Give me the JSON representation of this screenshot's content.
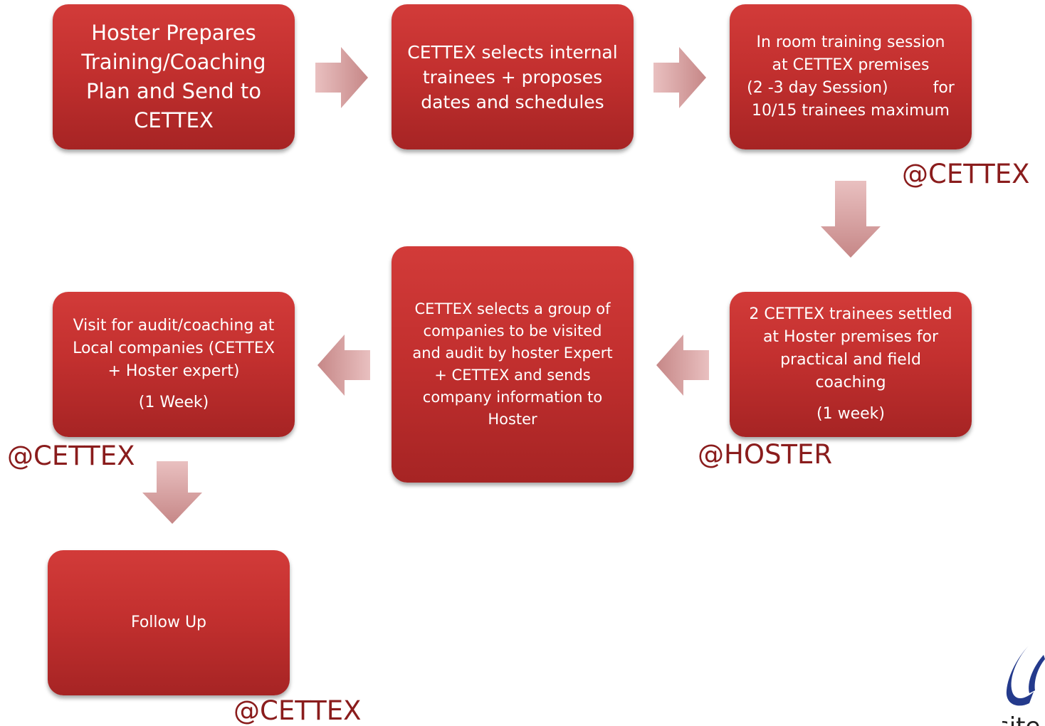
{
  "steps": {
    "step1": {
      "lines": [
        "Hoster Prepares",
        "Training/Coaching",
        "Plan and Send to",
        "CETTEX"
      ]
    },
    "step2": {
      "lines": [
        "CETTEX selects internal",
        "trainees +  proposes",
        "dates and schedules"
      ]
    },
    "step3": {
      "lines": [
        "In room training session",
        "at CETTEX premises",
        "(2 -3 day Session)         for",
        "10/15 trainees maximum"
      ]
    },
    "step4": {
      "lines": [
        "2 CETTEX trainees settled",
        "at Hoster premises for",
        "practical and field",
        "coaching"
      ],
      "duration": "(1 week)"
    },
    "step5": {
      "lines": [
        "CETTEX selects a group of",
        "companies to be visited",
        "and audit by hoster Expert",
        "+ CETTEX and sends",
        "company information to",
        "Hoster"
      ]
    },
    "step6": {
      "lines": [
        "Visit for audit/coaching at",
        "Local companies (CETTEX",
        "+ Hoster expert)"
      ],
      "duration": "(1 Week)"
    },
    "step7": {
      "lines": [
        "Follow Up"
      ]
    }
  },
  "location_tags": {
    "tag1": "@CETTEX",
    "tag2": "@HOSTER",
    "tag3": "@CETTEX",
    "tag4": "@CETTEX"
  },
  "logo": {
    "partial_text": "site",
    "icon": "swoosh-logo-icon"
  },
  "colors": {
    "box_top": "#d23b39",
    "box_bottom": "#a62424",
    "arrow_light": "#e8b7b7",
    "arrow_dark": "#c98a8a",
    "tag_text": "#8a1c1c",
    "logo_blue": "#243a8c"
  }
}
